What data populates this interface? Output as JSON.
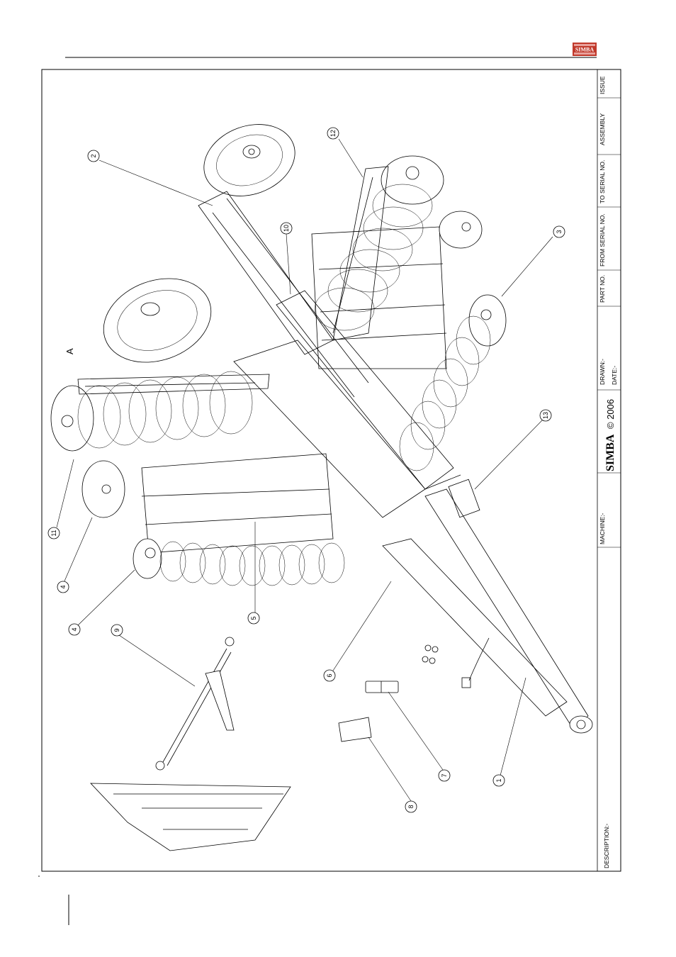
{
  "header": {
    "logo_text": "SIMBA",
    "brand_color": "#c0392b"
  },
  "drawing": {
    "view_letter": "A",
    "callouts": [
      "1",
      "2",
      "3",
      "4",
      "4",
      "5",
      "6",
      "7",
      "8",
      "9",
      "10",
      "11",
      "12",
      "13"
    ]
  },
  "title_block": {
    "issue_label": "ISSUE",
    "assembly_label": "ASSEMBLY",
    "to_serial_label": "TO SERIAL NO.",
    "from_serial_label": "FROM SERIAL NO.",
    "part_no_label": "PART NO.",
    "drawn_label": "DRAWN:-",
    "date_label": "DATE:-",
    "brand_name": "SIMBA",
    "copyright": "© 2006",
    "machine_label": "MACHINE:-",
    "description_label": "DESCRIPTION:-"
  }
}
